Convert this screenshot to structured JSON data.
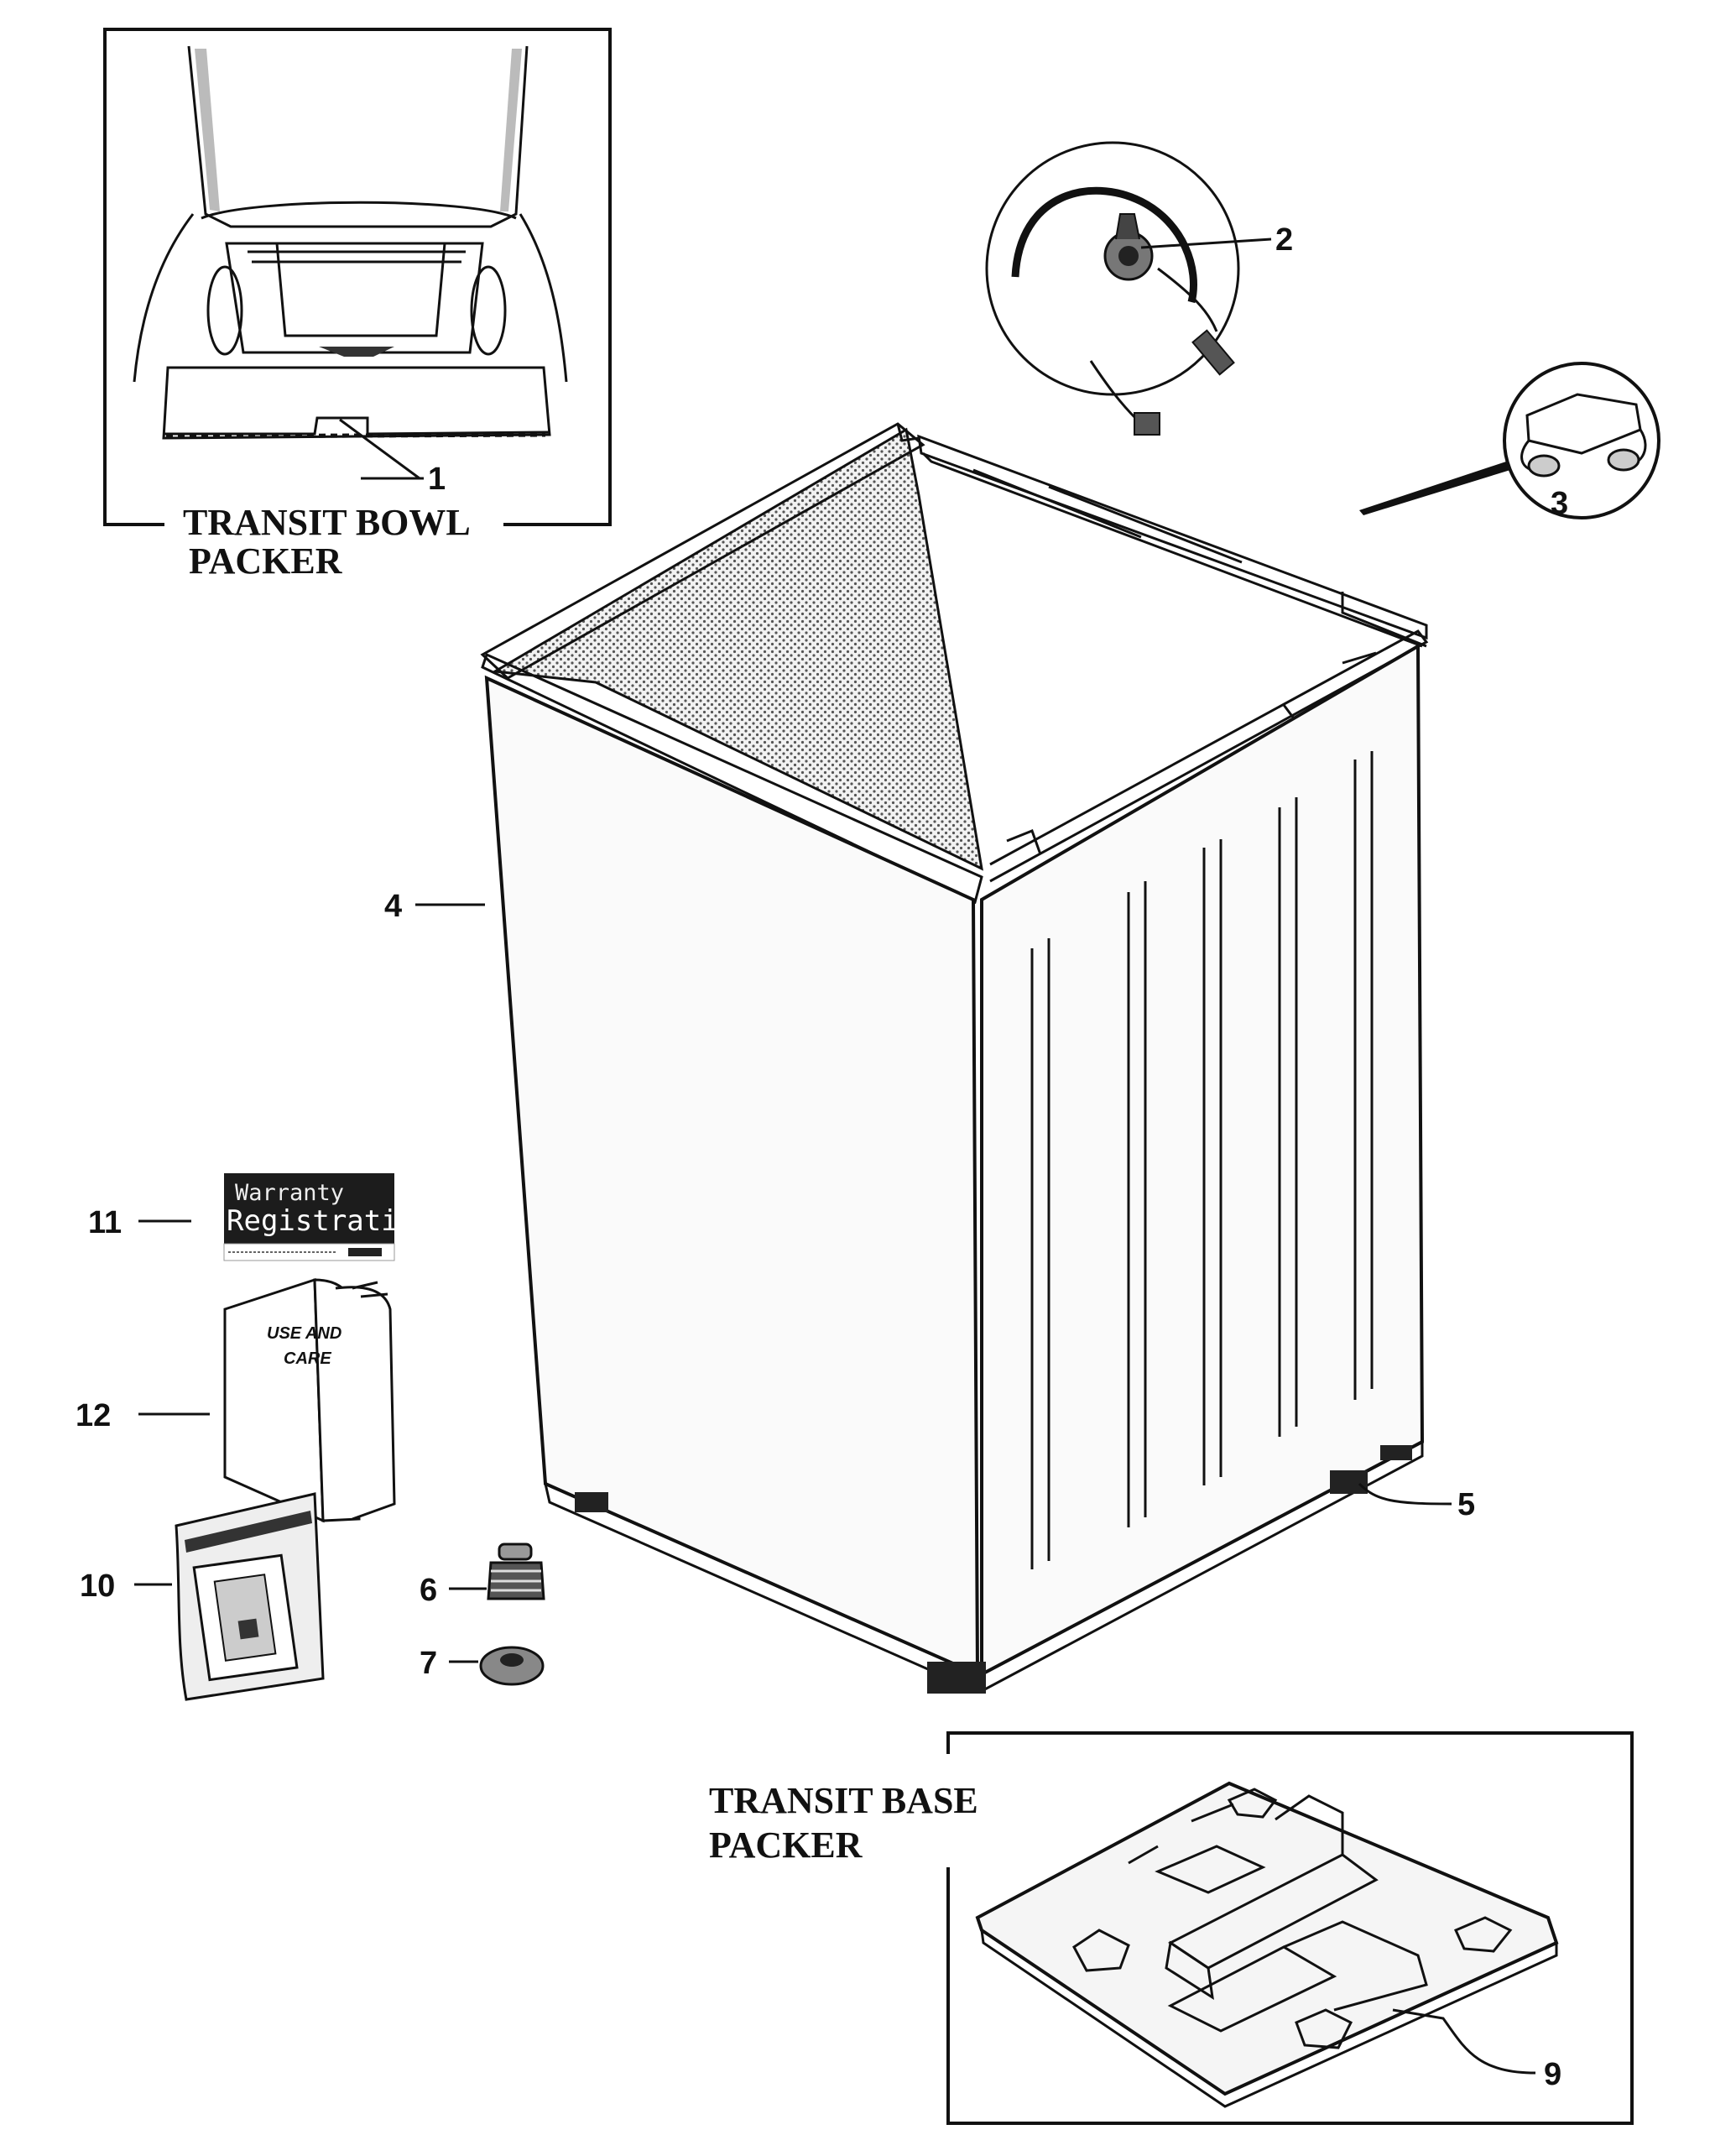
{
  "captions": {
    "bowl_line1": "TRANSIT BOWL",
    "bowl_line2": "PACKER",
    "base_line1": "TRANSIT BASE",
    "base_line2": "PACKER"
  },
  "callouts": [
    "1",
    "2",
    "3",
    "4",
    "5",
    "6",
    "7",
    "9",
    "10",
    "11",
    "12"
  ],
  "booklet_text": {
    "warranty_line1": "Warranty",
    "warranty_line2": "Registration",
    "manual_line1": "USE AND",
    "manual_line2": "CARE"
  }
}
